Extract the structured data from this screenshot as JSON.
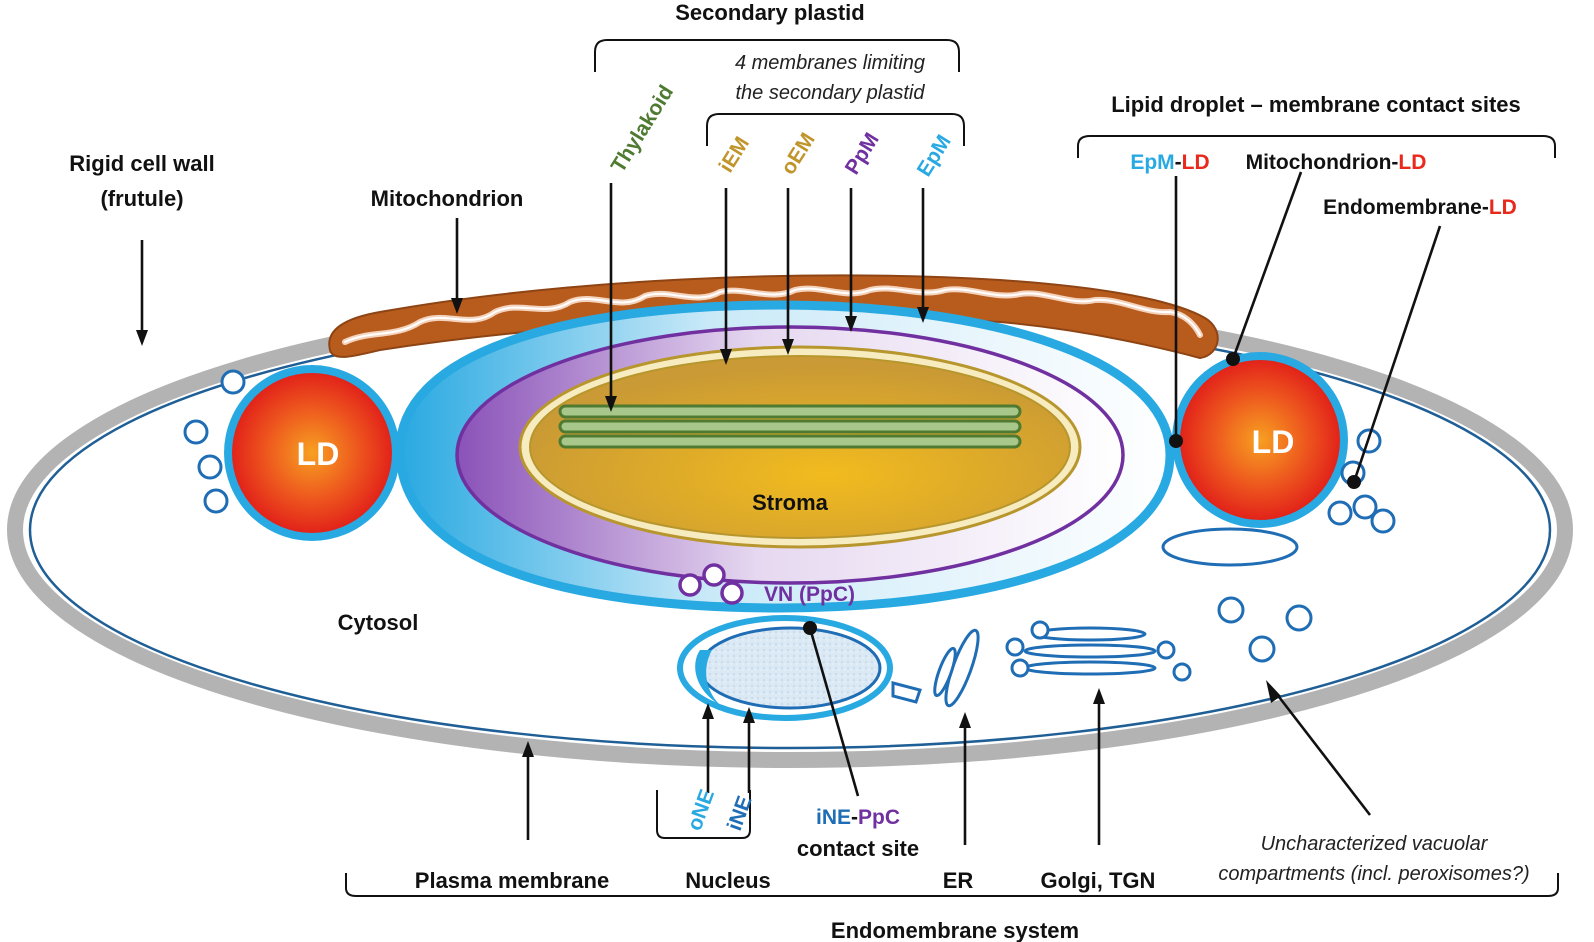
{
  "titles": {
    "secondary_plastid": "Secondary plastid",
    "four_membranes_line1": "4 membranes limiting",
    "four_membranes_line2": "the secondary plastid",
    "lipid_droplet_contacts": "Lipid droplet – membrane contact sites",
    "endomembrane_system": "Endomembrane system"
  },
  "labels": {
    "cell_wall_line1": "Rigid cell wall",
    "cell_wall_line2": "(frutule)",
    "mitochondrion": "Mitochondrion",
    "thylakoid": "Thylakoid",
    "iem": "iEM",
    "oem": "oEM",
    "ppm": "PpM",
    "epm": "EpM",
    "stroma": "Stroma",
    "ld": "LD",
    "cytosol": "Cytosol",
    "vn": "VN (PpC)",
    "one": "oNE",
    "ine": "iNE",
    "ine_ppc_a": "iNE",
    "ine_ppc_dash": "-",
    "ine_ppc_b": "PpC",
    "contact_site": "contact site",
    "plasma_membrane": "Plasma membrane",
    "nucleus": "Nucleus",
    "er": "ER",
    "golgi": "Golgi, TGN",
    "vacuolar_line1": "Uncharacterized vacuolar",
    "vacuolar_line2": "compartments (incl. peroxisomes?)"
  },
  "ld_contacts": {
    "epm_ld_a": "EpM",
    "epm_ld_dash": "-",
    "epm_ld_b": "LD",
    "mito_ld_a": "Mitochondrion",
    "mito_ld_dash": "-",
    "mito_ld_b": "LD",
    "endo_ld_a": "Endomembrane",
    "endo_ld_dash": "-",
    "endo_ld_b": "LD"
  },
  "colors": {
    "cell_wall": "#b3b3b3",
    "plasma_membrane": "#1f5f96",
    "epm_blue": "#29a9e1",
    "ppm_purple": "#7030a0",
    "oem_gold": "#b8962e",
    "iem_pale": "#f6ecc0",
    "stroma": "#e8b020",
    "thylakoid_green": "#5d8a3c",
    "mitochondrion": "#b85c1e",
    "ld_red": "#e8291c",
    "ld_text_red": "#e8291c",
    "endomembrane_blue": "#1f6db5",
    "label_iem": "#c0952b",
    "label_oem": "#c0952b",
    "label_ppm": "#7030a0",
    "label_epm": "#29a9e1",
    "label_thylakoid": "#4f7a32",
    "label_ine": "#1f6db5",
    "label_ppc": "#7030a0"
  }
}
